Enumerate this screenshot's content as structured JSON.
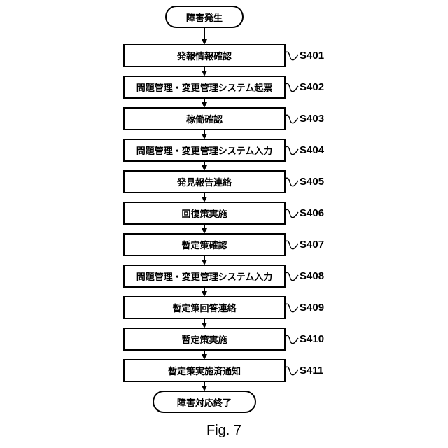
{
  "flowchart": {
    "start": "障害発生",
    "end": "障害対応終了",
    "steps": [
      {
        "text": "発報情報確認",
        "label": "S401"
      },
      {
        "text": "問題管理・変更管理システム起票",
        "label": "S402"
      },
      {
        "text": "稼働確認",
        "label": "S403"
      },
      {
        "text": "問題管理・変更管理システム入力",
        "label": "S404"
      },
      {
        "text": "発見報告連絡",
        "label": "S405"
      },
      {
        "text": "回復策実施",
        "label": "S406"
      },
      {
        "text": "暫定策確認",
        "label": "S407"
      },
      {
        "text": "問題管理・変更管理システム入力",
        "label": "S408"
      },
      {
        "text": "暫定策回答連絡",
        "label": "S409"
      },
      {
        "text": "暫定策実施",
        "label": "S410"
      },
      {
        "text": "暫定策実施済通知",
        "label": "S411"
      }
    ]
  },
  "caption": "Fig. 7"
}
